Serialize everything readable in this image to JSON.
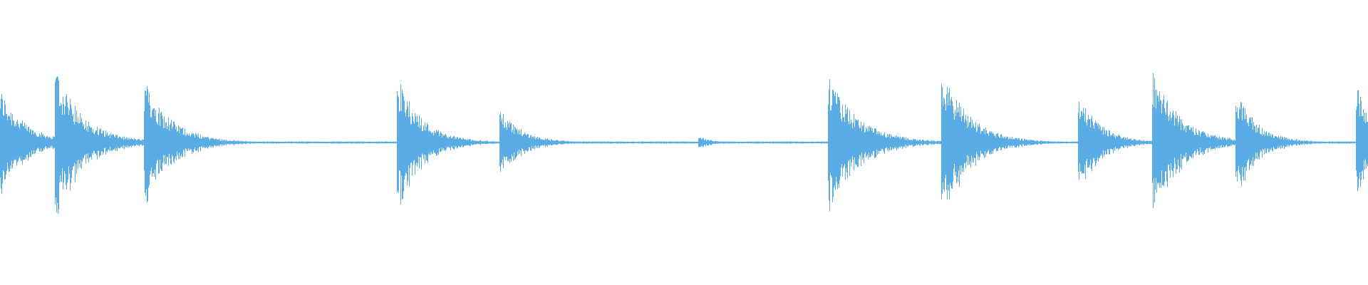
{
  "waveform": {
    "color": "#5aace4",
    "background": "#ffffff",
    "duration_fraction_transients": [
      {
        "t": 0.0,
        "peak": 0.7,
        "decay": 0.018
      },
      {
        "t": 0.04,
        "peak": 0.98,
        "decay": 0.02
      },
      {
        "t": 0.105,
        "peak": 0.82,
        "decay": 0.02
      },
      {
        "t": 0.29,
        "peak": 0.88,
        "decay": 0.018
      },
      {
        "t": 0.365,
        "peak": 0.46,
        "decay": 0.016
      },
      {
        "t": 0.51,
        "peak": 0.1,
        "decay": 0.008
      },
      {
        "t": 0.605,
        "peak": 0.88,
        "decay": 0.022
      },
      {
        "t": 0.688,
        "peak": 1.0,
        "decay": 0.02
      },
      {
        "t": 0.788,
        "peak": 0.65,
        "decay": 0.016
      },
      {
        "t": 0.842,
        "peak": 0.95,
        "decay": 0.02
      },
      {
        "t": 0.903,
        "peak": 0.68,
        "decay": 0.016
      },
      {
        "t": 0.991,
        "peak": 0.76,
        "decay": 0.014
      }
    ]
  }
}
